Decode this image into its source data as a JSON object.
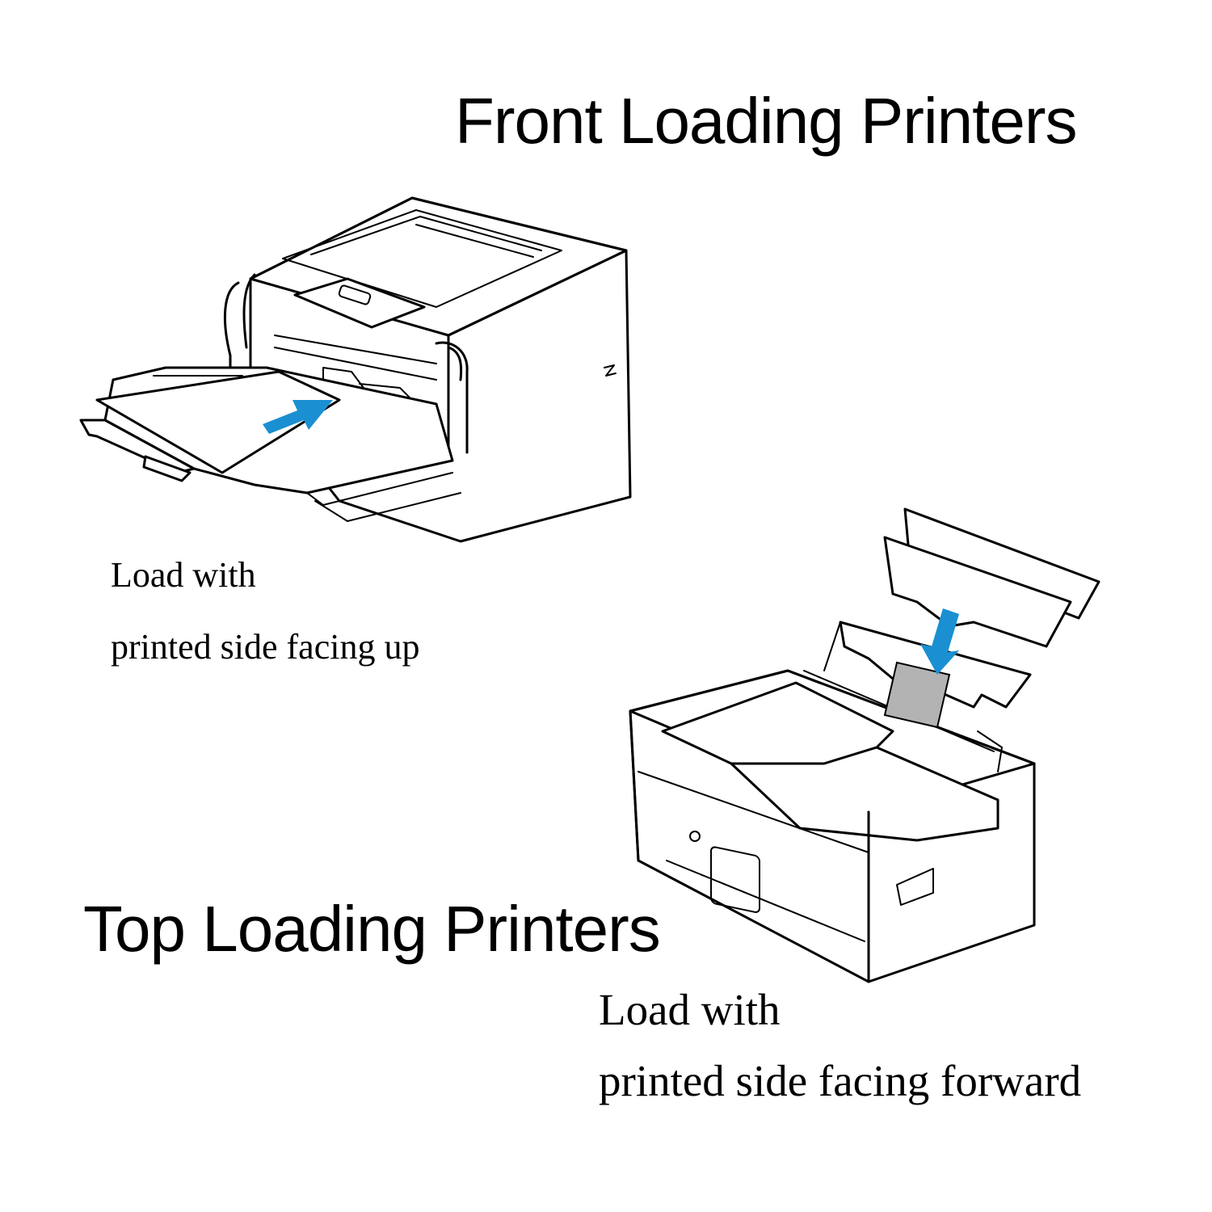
{
  "front_section": {
    "heading": "Front Loading Printers",
    "caption_line1": "Load with",
    "caption_line2": "printed side facing up",
    "arrow_icon": "arrow-right-icon"
  },
  "top_section": {
    "heading": "Top Loading Printers",
    "caption_line1": "Load with",
    "caption_line2": "printed side facing forward",
    "arrow_icon": "arrow-down-icon"
  },
  "colors": {
    "arrow": "#1a8fd1",
    "card": "#b3b3b3",
    "line": "#000000",
    "background": "#ffffff"
  }
}
